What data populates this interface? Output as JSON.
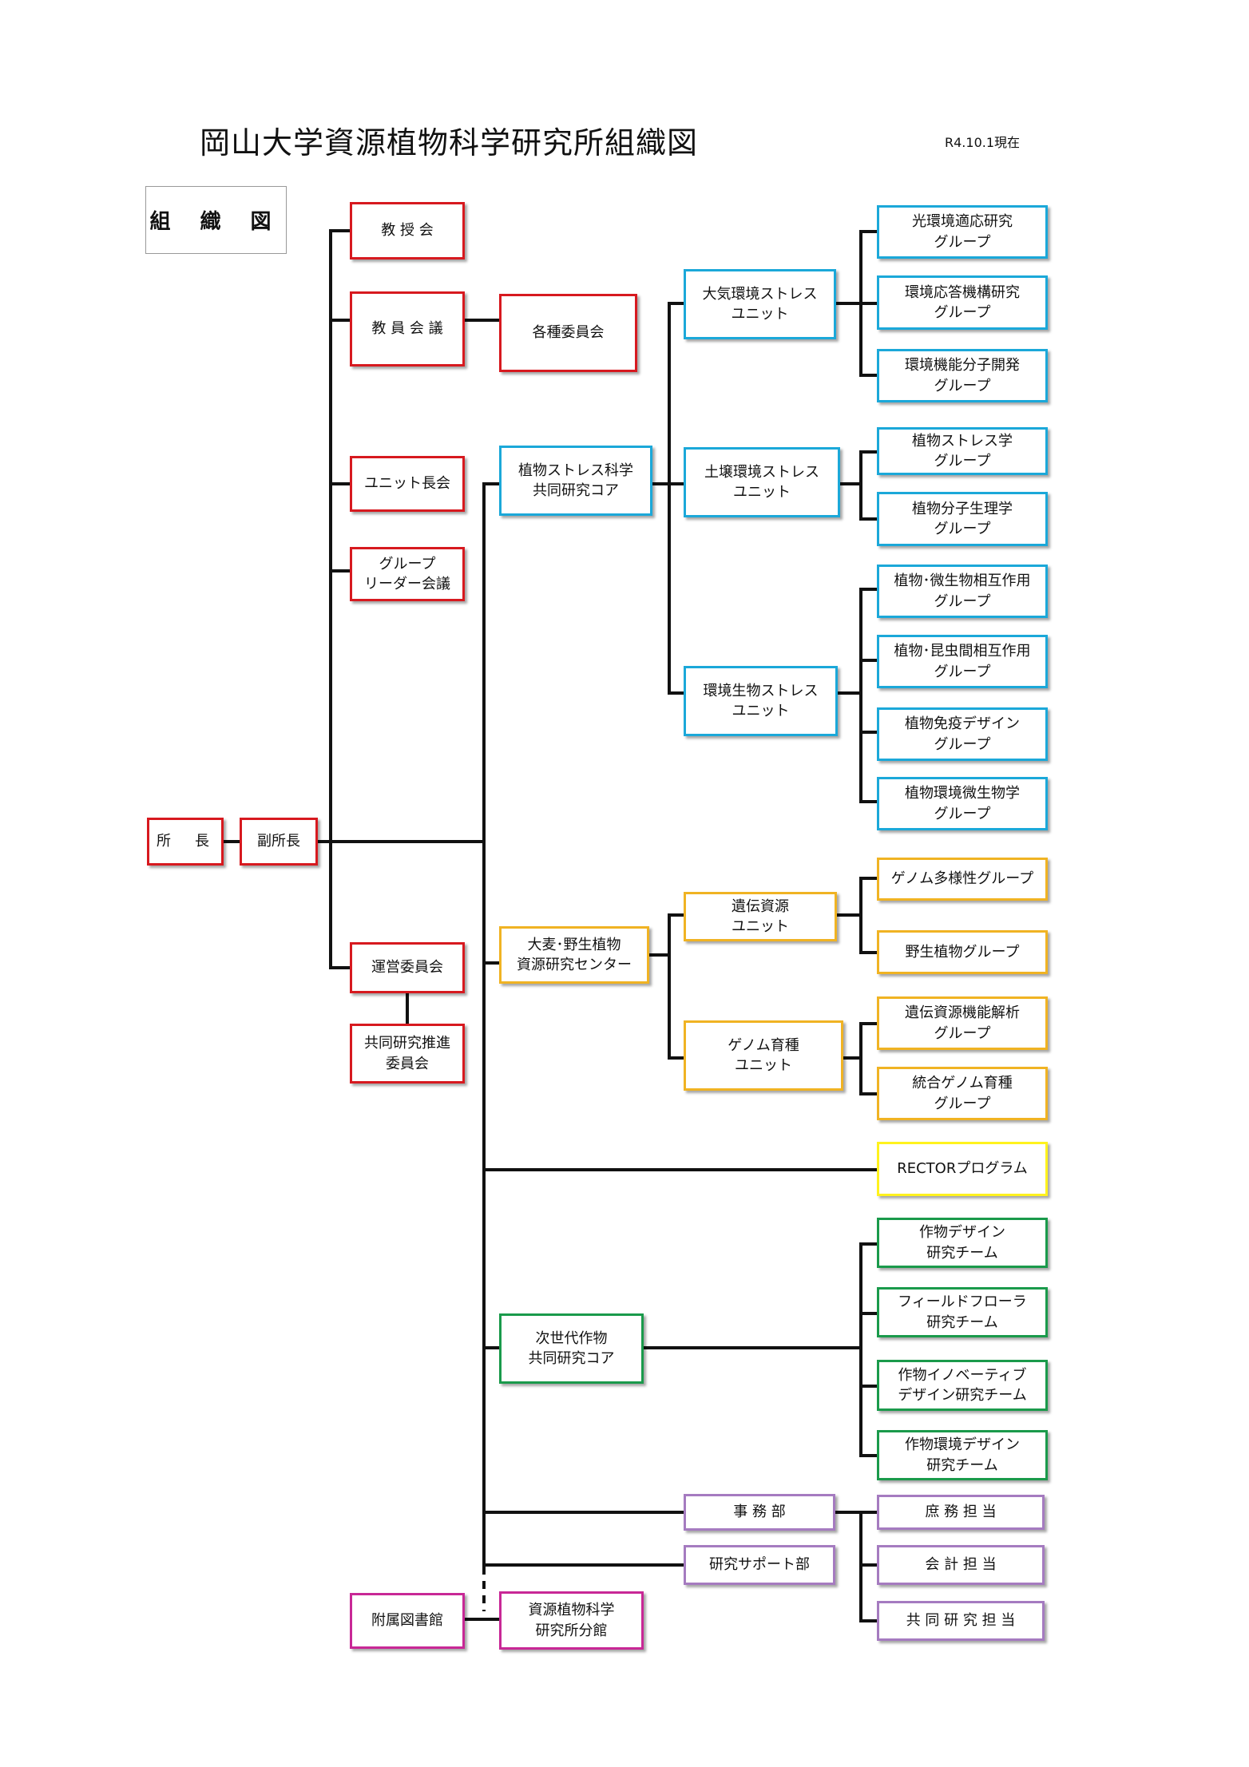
{
  "title": "岡山大学資源植物科学研究所組織図",
  "date": "R4.10.1現在",
  "header_label": "組 織 図",
  "colors": {
    "line": "#111111",
    "management": "#d7191f",
    "plant_stress": "#1ba8d9",
    "barley_center": "#f0b323",
    "rector": "#fff21d",
    "next_gen": "#1a9a4b",
    "office": "#a57bc0",
    "library": "#c82896"
  },
  "nodes": {
    "director": {
      "l1": "所　長"
    },
    "vice_director": {
      "l1": "副所長"
    },
    "professors_meeting": {
      "l1": "教 授 会"
    },
    "faculty_meeting": {
      "l1": "教 員 会 議"
    },
    "committees": {
      "l1": "各種委員会"
    },
    "unit_heads": {
      "l1": "ユニット長会"
    },
    "group_leaders": {
      "l1": "グループ",
      "l2": "リーダー会議"
    },
    "steering": {
      "l1": "運営委員会"
    },
    "joint_research_promotion": {
      "l1": "共同研究推進",
      "l2": "委員会"
    },
    "library": {
      "l1": "附属図書館"
    },
    "branch_library": {
      "l1": "資源植物科学",
      "l2": "研究所分館"
    },
    "plant_stress_core": {
      "l1": "植物ストレス科学",
      "l2": "共同研究コア"
    },
    "atmos_unit": {
      "l1": "大気環境ストレス",
      "l2": "ユニット"
    },
    "soil_unit": {
      "l1": "土壌環境ストレス",
      "l2": "ユニット"
    },
    "bio_unit": {
      "l1": "環境生物ストレス",
      "l2": "ユニット"
    },
    "g_light": {
      "l1": "光環境適応研究",
      "l2": "グループ"
    },
    "g_response": {
      "l1": "環境応答機構研究",
      "l2": "グループ"
    },
    "g_function": {
      "l1": "環境機能分子開発",
      "l2": "グループ"
    },
    "g_plant_stress": {
      "l1": "植物ストレス学",
      "l2": "グループ"
    },
    "g_molecular": {
      "l1": "植物分子生理学",
      "l2": "グループ"
    },
    "g_microbe": {
      "l1": "植物･微生物相互作用",
      "l2": "グループ"
    },
    "g_insect": {
      "l1": "植物･昆虫間相互作用",
      "l2": "グループ"
    },
    "g_immune": {
      "l1": "植物免疫デザイン",
      "l2": "グループ"
    },
    "g_env_microbe": {
      "l1": "植物環境微生物学",
      "l2": "グループ"
    },
    "barley_center": {
      "l1": "大麦･野生植物",
      "l2": "資源研究センター"
    },
    "genetic_unit": {
      "l1": "遺伝資源",
      "l2": "ユニット"
    },
    "breeding_unit": {
      "l1": "ゲノム育種",
      "l2": "ユニット"
    },
    "g_genome_diversity": {
      "l1": "ゲノム多様性グループ"
    },
    "g_wild_plant": {
      "l1": "野生植物グループ"
    },
    "g_genetic_function": {
      "l1": "遺伝資源機能解析",
      "l2": "グループ"
    },
    "g_integrated_breeding": {
      "l1": "統合ゲノム育種",
      "l2": "グループ"
    },
    "rector": {
      "l1": "RECTORプログラム"
    },
    "next_gen_core": {
      "l1": "次世代作物",
      "l2": "共同研究コア"
    },
    "t_crop_design": {
      "l1": "作物デザイン",
      "l2": "研究チーム"
    },
    "t_field_flora": {
      "l1": "フィールドフローラ",
      "l2": "研究チーム"
    },
    "t_innovative": {
      "l1": "作物イノベーティブ",
      "l2": "デザイン研究チーム"
    },
    "t_crop_env": {
      "l1": "作物環境デザイン",
      "l2": "研究チーム"
    },
    "office": {
      "l1": "事 務 部"
    },
    "research_support": {
      "l1": "研究サポート部"
    },
    "general_affairs": {
      "l1": "庶 務 担 当"
    },
    "accounting": {
      "l1": "会 計 担 当"
    },
    "joint_research_staff": {
      "l1": "共 同 研 究 担 当"
    }
  }
}
